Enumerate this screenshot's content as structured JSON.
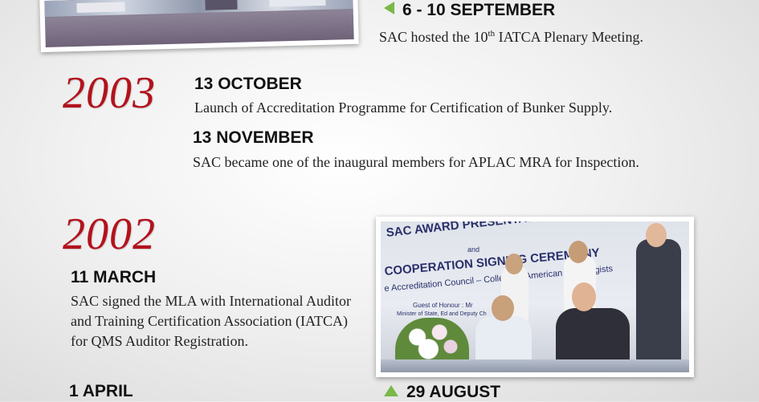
{
  "events_2004": {
    "date": "6 - 10 SEPTEMBER",
    "desc_pre": "SAC hosted the 10",
    "desc_sup": "th",
    "desc_post": " IATCA Plenary Meeting."
  },
  "year_2003": {
    "year": "2003",
    "event1_date": "13 OCTOBER",
    "event1_desc": "Launch of Accreditation Programme for Certification of Bunker Supply.",
    "event2_date": "13 NOVEMBER",
    "event2_desc": "SAC became one of the inaugural members for APLAC MRA for Inspection."
  },
  "year_2002": {
    "year": "2002",
    "event1_date": "11 MARCH",
    "event1_desc": "SAC signed the MLA with International Auditor and Training Certification Association (IATCA) for QMS Auditor Registration.",
    "event2_date": "1 APRIL",
    "event3_date": "29 AUGUST"
  },
  "photo_banner": {
    "line1": "SAC AWARD PRESENTATIO",
    "line2": "and",
    "line3": "COOPERATION SIGNING CEREMONY",
    "line4": "e Accreditation Council – College of American Pathologists",
    "line5": "Guest of Honour : Mr",
    "line6": "Minister of State, Ed and Deputy Ch"
  },
  "colors": {
    "year": "#b3121c",
    "arrow": "#79b948"
  }
}
